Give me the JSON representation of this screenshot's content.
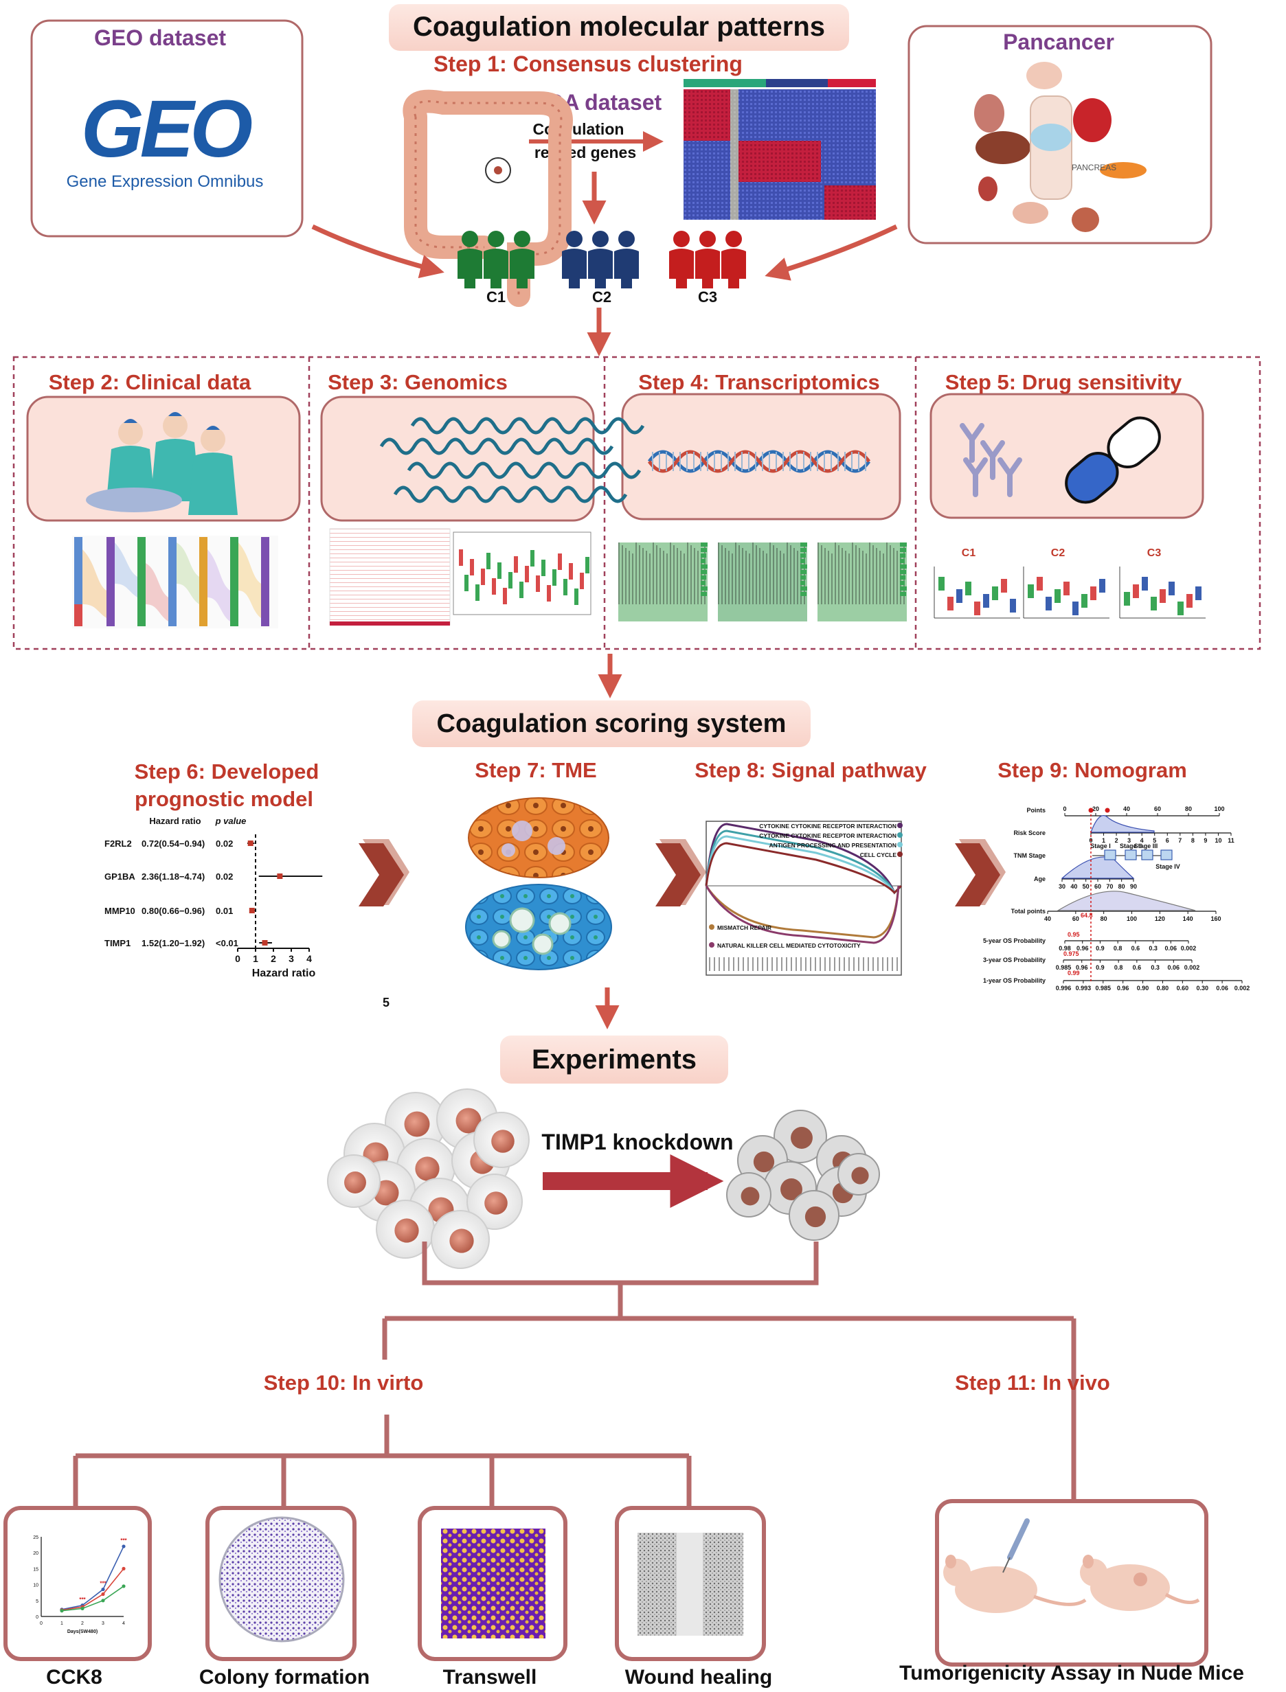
{
  "colors": {
    "accent": "#c0504d",
    "title_fill": "#fbe1da",
    "box_stroke": "#b06868",
    "step_text": "#c0392b",
    "purple_text": "#7a3f8a",
    "dark_text": "#111111",
    "cluster_c1": "#1e7b34",
    "cluster_c2": "#1f3b73",
    "cluster_c3": "#c41e1e"
  },
  "header": {
    "title": "Coagulation molecular patterns",
    "step1": "Step 1: Consensus clustering",
    "tcga": "TCGA dataset",
    "arrow_label_1": "Coagulation",
    "arrow_label_2": "related genes"
  },
  "geo": {
    "title": "GEO dataset",
    "logo_text": "GEO",
    "logo_subtitle": "Gene Expression Omnibus"
  },
  "pancancer": {
    "title": "Pancancer",
    "organ_label": "PANCREAS"
  },
  "clusters": [
    "C1",
    "C2",
    "C3"
  ],
  "steps_row": [
    {
      "title": "Step 2: Clinical data",
      "icon": "surgeons-icon"
    },
    {
      "title": "Step 3: Genomics",
      "icon": "wave-icon"
    },
    {
      "title": "Step 4: Transcriptomics",
      "icon": "dna-icon"
    },
    {
      "title": "Step 5: Drug sensitivity",
      "icon": "pill-icon"
    }
  ],
  "drug_panels": [
    "C1",
    "C2",
    "C3"
  ],
  "scoring": {
    "title": "Coagulation scoring system",
    "step6_line1": "Step 6: Developed",
    "step6_line2": "prognostic model",
    "step7": "Step 7:  TME",
    "step8": "Step 8: Signal pathway",
    "step9": "Step 9: Nomogram",
    "stray_label": "5"
  },
  "forest": {
    "col_hr": "Hazard ratio",
    "col_p": "p value",
    "xlabel": "Hazard ratio",
    "ticks": [
      "0",
      "1",
      "2",
      "3",
      "4"
    ],
    "rows": [
      {
        "gene": "F2RL2",
        "hr": "0.72(0.54−0.94)",
        "p": "0.02",
        "est": 0.72,
        "lo": 0.54,
        "hi": 0.94
      },
      {
        "gene": "GP1BA",
        "hr": "2.36(1.18−4.74)",
        "p": "0.02",
        "est": 2.36,
        "lo": 1.18,
        "hi": 4.74
      },
      {
        "gene": "MMP10",
        "hr": "0.80(0.66−0.96)",
        "p": "0.01",
        "est": 0.8,
        "lo": 0.66,
        "hi": 0.96
      },
      {
        "gene": "TIMP1",
        "hr": "1.52(1.20−1.92)",
        "p": "<0.01",
        "est": 1.52,
        "lo": 1.2,
        "hi": 1.92
      }
    ]
  },
  "gsea": {
    "up": [
      "CYTOKINE CYTOKINE RECEPTOR INTERACTION",
      "CYTOKINE CYTOKINE RECEPTOR INTERACTION",
      "ANTIGEN PROCESSING AND PRESENTATION",
      "CELL CYCLE"
    ],
    "down": [
      "MISMATCH REPAIR",
      "NATURAL KILLER CELL MEDIATED CYTOTOXICITY"
    ]
  },
  "nomogram": {
    "rows": [
      "Points",
      "Risk Score",
      "TNM Stage",
      "Age",
      "Total points",
      "5-year OS Probability",
      "3-year OS Probability",
      "1-year OS Probability"
    ],
    "points_ticks": [
      "0",
      "20",
      "40",
      "60",
      "80",
      "100"
    ],
    "risk_ticks": [
      "0",
      "1",
      "2",
      "3",
      "4",
      "5",
      "6",
      "7",
      "8",
      "9",
      "10",
      "11"
    ],
    "stages": [
      "Stage I",
      "Stage II",
      "Stage III",
      "Stage IV"
    ],
    "age_ticks": [
      "30",
      "40",
      "50",
      "60",
      "70",
      "80",
      "90"
    ],
    "total_ticks": [
      "40",
      "60",
      "80",
      "100",
      "120",
      "140",
      "160"
    ],
    "total_value": "64.8",
    "os5": [
      "0.98",
      "0.96",
      "0.9",
      "0.8",
      "0.6",
      "0.3",
      "0.06",
      "0.002"
    ],
    "os5_value": "0.95",
    "os3": [
      "0.985",
      "0.96",
      "0.9",
      "0.8",
      "0.6",
      "0.3",
      "0.06",
      "0.002"
    ],
    "os3_value": "0.975",
    "os1": [
      "0.996",
      "0.993",
      "0.985",
      "0.96",
      "0.90",
      "0.80",
      "0.60",
      "0.30",
      "0.06",
      "0.002"
    ],
    "os1_value": "0.99"
  },
  "experiments": {
    "title": "Experiments",
    "knockdown": "TIMP1 knockdown",
    "step10": "Step 10: In virto",
    "step11": "Step 11: In vivo",
    "assays": [
      "CCK8",
      "Colony formation",
      "Transwell",
      "Wound healing"
    ],
    "invivo": "Tumorigenicity Assay in Nude Mice"
  },
  "cck8_chart": {
    "xlabel": "Days(SW480)",
    "xticks": [
      "0",
      "1",
      "2",
      "3",
      "4"
    ],
    "yticks": [
      "0",
      "5",
      "10",
      "15",
      "20",
      "25"
    ],
    "series": [
      {
        "color": "#3a5fb0",
        "values": [
          2.2,
          3.5,
          8.5,
          22
        ]
      },
      {
        "color": "#d9463b",
        "values": [
          2.0,
          3.0,
          7.0,
          15
        ]
      },
      {
        "color": "#3aa655",
        "values": [
          1.8,
          2.5,
          5.0,
          9.5
        ]
      }
    ],
    "stars": "***"
  }
}
